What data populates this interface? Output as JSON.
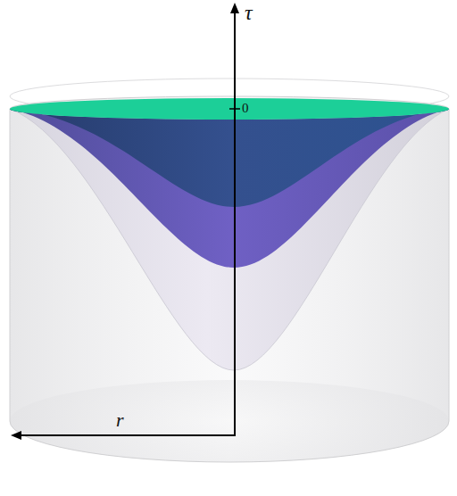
{
  "diagram": {
    "labels": [
      "τ",
      "0",
      "r"
    ]
  }
}
